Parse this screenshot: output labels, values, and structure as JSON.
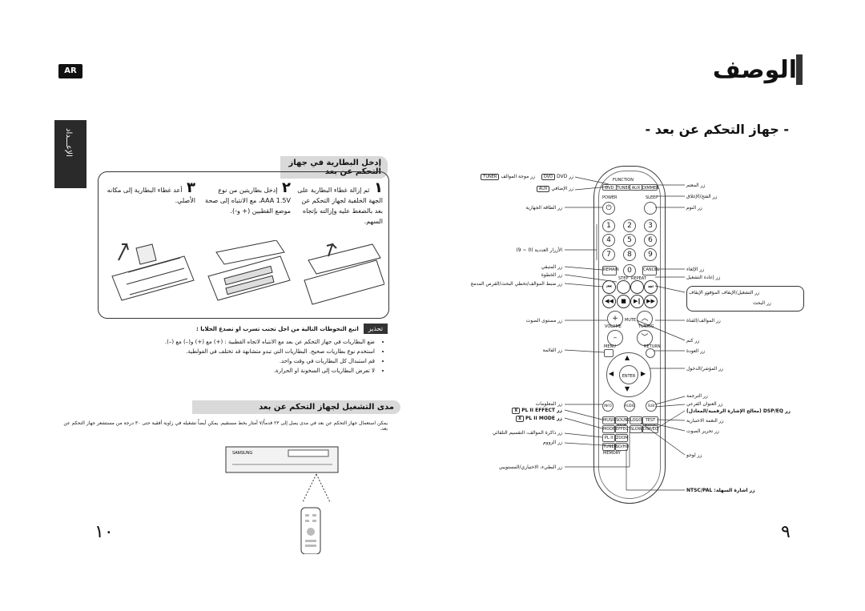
{
  "badge": "AR",
  "side_tab": "الإعـــداد",
  "title": "الوصف",
  "subtitle": "- جهاز التحكم عن بعد -",
  "insert": {
    "header": "إدخل البطارية في جهاز التحكم عن بعد",
    "step1_num": "١",
    "step1_text": "ثم إزالة غطاء البطارية على الجهة الخلفية لجهاز التحكم عن بعد بالضغط عليه وإزالته بإتجاه السهم.",
    "step2_num": "٢",
    "step2_text": "إدخل بطاريتين من نوع AAA 1.5V، مع الانتباه إلى صحة موضع القطبين (+ و-).",
    "step3_num": "٣",
    "step3_text": "أعد غطاء البطارية إلى مكانه الأصلي."
  },
  "caution": {
    "label": "تحذير",
    "heading": "اتبع التحوطات التالية من اجل تجنب تسرب او تصدع الخلايا :",
    "bullets": [
      "ضع البطاريات في جهاز التحكم عن بعد مع الانتباه لاتجاه القطبية : (+) مع (+) و(–) مع (–).",
      "استخدم نوع بطاريات صحيح. البطاريات التي تبدو متشابهة قد تختلف في الفولطية.",
      "قم استبدال كل البطاريات في وقت واحد.",
      "لا تعرض البطاريات إلى السخونة او الحرارة."
    ]
  },
  "operate": {
    "header": "مدى التشغيل لجهاز التحكم عن بعد",
    "text": "يمكن استعمال جهاز التحكم عن بعد في مدى يصل إلى ٢٣ قدماً/٧ أمتار بخط مستقيم. يمكن أيضاً تشغيله في زاوية أفقية حتى ٣٠ درجة من مستشعر جهاز التحكم عن بعد."
  },
  "page_left": "١٠",
  "page_right": "٩",
  "remote": {
    "function": "FUNCTION",
    "func_keys": [
      "DVD",
      "TUNER",
      "AUX",
      "DIMMER"
    ],
    "power": "POWER",
    "sleep": "SLEEP",
    "digits": [
      "1",
      "2",
      "3",
      "4",
      "5",
      "6",
      "7",
      "8",
      "9",
      "0"
    ],
    "remain": "REMAIN",
    "cancel": "CANCEL",
    "step": "STEP",
    "repeat": "REPEAT",
    "volume": "VOLUME",
    "mute": "MUTE",
    "tuning": "TUNING",
    "menu": "MENU",
    "return": "RETURN",
    "enter": "ENTER",
    "info": "INFO",
    "audio": "AUDIO",
    "subtitle": "SUB",
    "bottom_keys": [
      "SOUND EDIT",
      "TEST TONE",
      "MUSIC",
      "MODE",
      "EFFECT",
      "LOGO",
      "SLOW",
      "DSP/EQ",
      "PL II",
      "ZOOM",
      "SD/HD",
      "TUNER MEMORY"
    ]
  },
  "callouts_left": [
    {
      "t": "زر موجة الموالف",
      "box": "TUNER"
    },
    {
      "t": "زر DVD",
      "box": "DVD"
    },
    {
      "t": "زر الإضافي",
      "box": "AUX"
    },
    {
      "t": "زر الطاقة الجهازية"
    },
    {
      "t": "الأزرار العددية (0 ~ 9)"
    },
    {
      "t": "زر المتبقي"
    },
    {
      "t": "زر الخطوة"
    },
    {
      "t": "زر ضبط الموالف/تخطي البحث/القرص المدمج"
    },
    {
      "t": "زر مستوى الصوت"
    },
    {
      "t": "زر القائمة"
    },
    {
      "t": "زر المعلومات"
    },
    {
      "t": "زر PL II EFFECT"
    },
    {
      "t": "زر PL II MODE"
    },
    {
      "t": "زر ذاكرة الموالف، التقسيم التلقائي"
    },
    {
      "t": "زر الزووم"
    },
    {
      "t": "زر البطيء، الاختياري/المستويبي"
    }
  ],
  "callouts_right": [
    {
      "t": "زر المعتم"
    },
    {
      "t": "زر الفتح/الإغلاق"
    },
    {
      "t": "زر النوم"
    },
    {
      "t": "زر الإلغاء"
    },
    {
      "t": "زر إعادة التشغيل"
    },
    {
      "t": "زر التشغيل/الإيقاف المؤقت"
    },
    {
      "t": "زر الإيقاف"
    },
    {
      "t": "زر البحث"
    },
    {
      "t": "زر الموالف/القناة"
    },
    {
      "t": "زر كتم"
    },
    {
      "t": "زر العودة"
    },
    {
      "t": "زر المؤشر/الدخول"
    },
    {
      "t": "زر الترجمة"
    },
    {
      "t": "زر العنوان الفرعي"
    },
    {
      "t": "زر DSP/EQ (معالج الإشارة الرقمية/المعادل)"
    },
    {
      "t": "زر النغمة الاختبارية"
    },
    {
      "t": "زر تحرير الصوت"
    },
    {
      "t": "زر لوجو"
    },
    {
      "t": "زر اشارة السهلة: NTSC/PAL"
    }
  ],
  "brand": "SAMSUNG"
}
